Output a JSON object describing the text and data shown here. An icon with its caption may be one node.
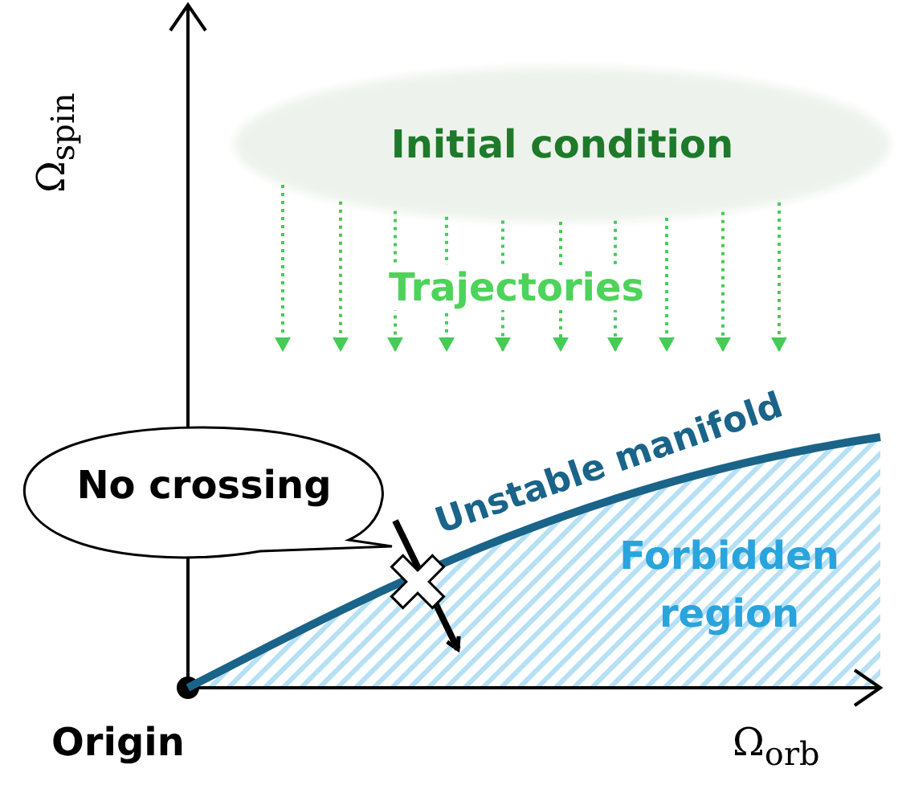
{
  "diagram": {
    "nodes": [
      {
        "text": [
          "Initial condition"
        ]
      },
      {
        "text": [
          "No crossing"
        ]
      },
      {
        "text": [
          "Forbidden region"
        ]
      },
      {
        "text": [],
        "shape": "circle",
        "beside": [
          "Origin"
        ]
      }
    ],
    "edges": [
      {
        "from": 0,
        "to": null,
        "arrow": "to",
        "style": "dashed",
        "color": "#44cc55"
      },
      {
        "from": 0,
        "to": null,
        "arrow": "to",
        "style": "dashed",
        "color": "#44cc55"
      },
      {
        "from": 0,
        "to": null,
        "arrow": "to",
        "style": "dashed",
        "color": "#44cc55"
      },
      {
        "from": 0,
        "to": null,
        "arrow": "to",
        "style": "dashed",
        "color": "#44cc55"
      },
      {
        "from": 0,
        "to": null,
        "arrow": "to",
        "style": "dashed",
        "color": "#44cc55"
      },
      {
        "from": 0,
        "to": null,
        "arrow": "to",
        "style": "dashed",
        "color": "#44cc55"
      },
      {
        "from": 0,
        "to": null,
        "arrow": "to",
        "style": "dashed",
        "color": "#44cc55"
      },
      {
        "from": 0,
        "to": null,
        "arrow": "to",
        "style": "dashed",
        "color": "#44cc55"
      },
      {
        "from": 0,
        "to": null,
        "arrow": "to",
        "style": "dashed",
        "color": "#44cc55"
      },
      {
        "from": 0,
        "to": null,
        "arrow": "to",
        "style": "dashed",
        "color": "#44cc55"
      },
      {
        "from": 1,
        "to": 2,
        "arrow": "to",
        "style": "thick",
        "color": "#000000"
      }
    ],
    "labels": [
      "Ω$_{spin}$",
      "Trajectories",
      "Unstable manifold",
      "Ω$_{orb}$"
    ]
  }
}
